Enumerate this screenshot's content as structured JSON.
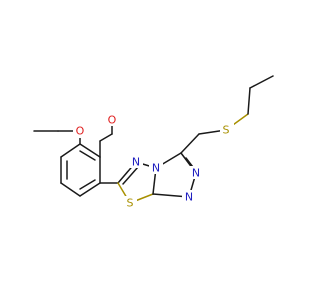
{
  "atoms": {
    "o_upper": "O",
    "o_left": "O",
    "n_4": "N",
    "n_fused": "N",
    "n_right": "N",
    "n_bottom": "N",
    "s_ring": "S",
    "s_chain": "S"
  },
  "colors": {
    "carbon": "#1a1a1a",
    "nitrogen": "#2020c0",
    "sulfur": "#a89000",
    "oxygen": "#e02020"
  }
}
